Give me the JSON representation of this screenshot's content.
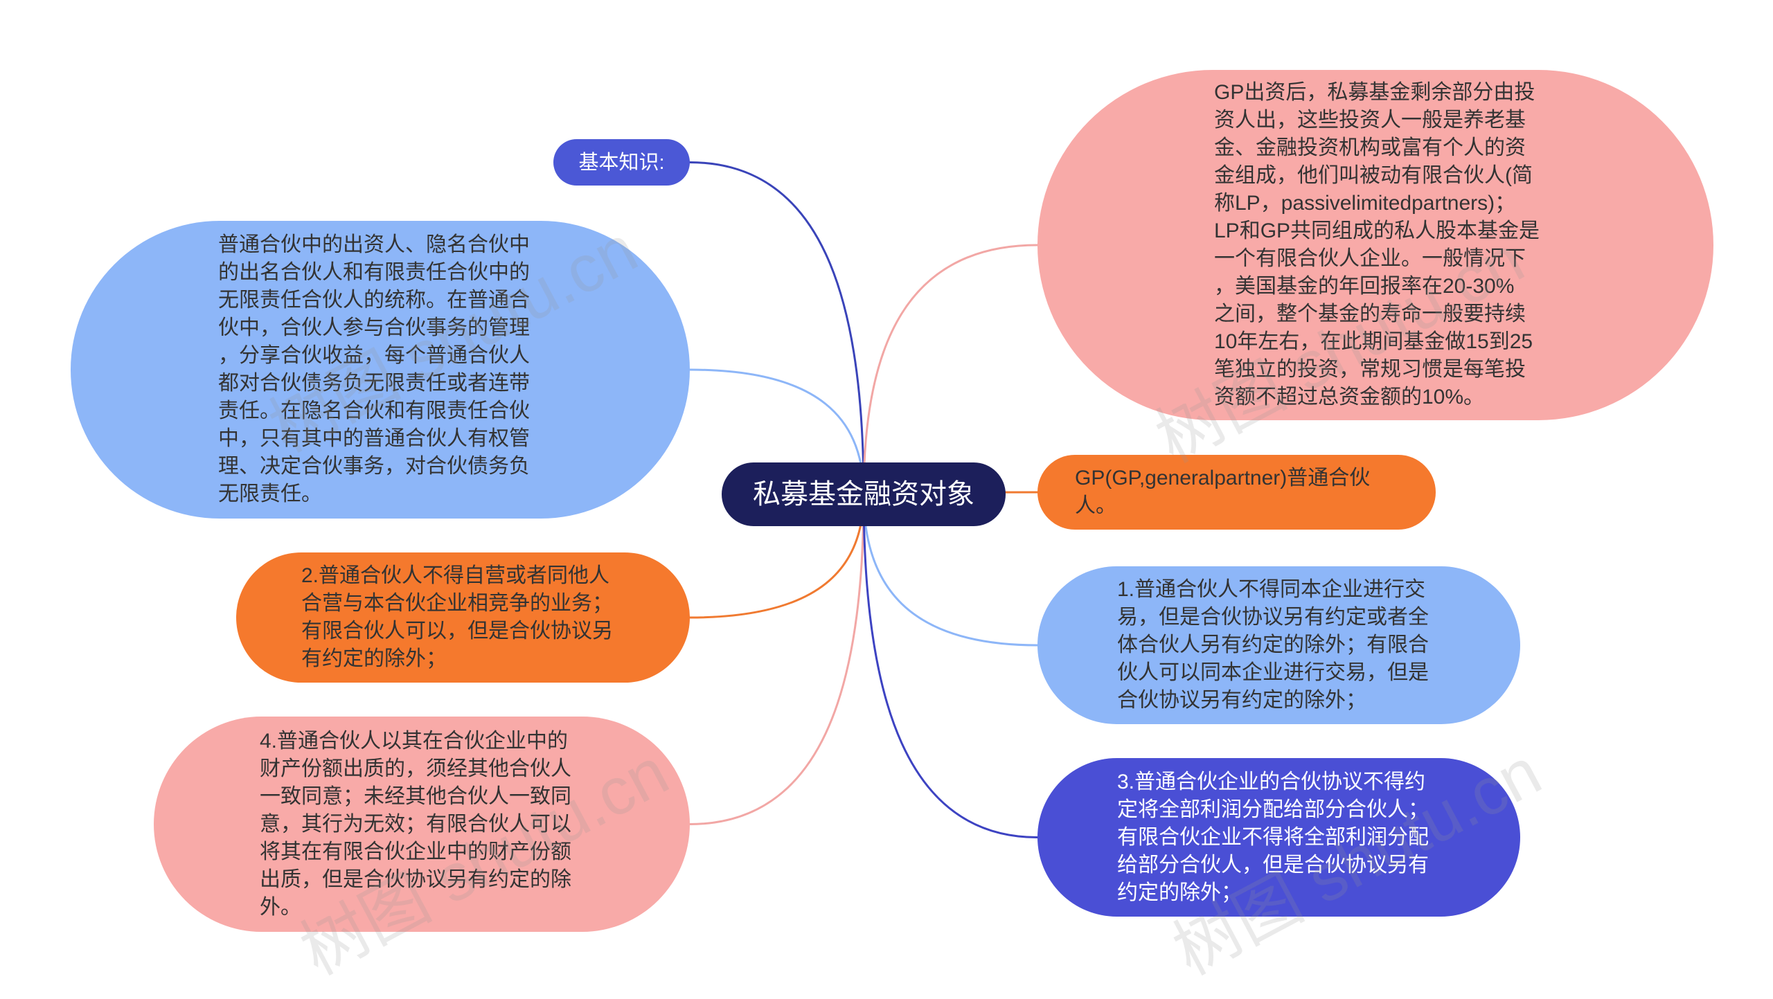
{
  "watermark": "树图 shutu.cn",
  "root": {
    "text": "私募基金融资对象",
    "fill": "#1c1f5b",
    "text_color": "#ffffff"
  },
  "left_branches": [
    {
      "text": "基本知识:",
      "fill": "#4b58d6",
      "text_color": "#ffffff",
      "stroke": "#3a44b9"
    },
    {
      "text": "普通合伙中的出资人、隐名合伙中\n的出名合伙人和有限责任合伙中的\n无限责任合伙人的统称。在普通合\n伙中，合伙人参与合伙事务的管理\n，分享合伙收益，每个普通合伙人\n都对合伙债务负无限责任或者连带\n责任。在隐名合伙和有限责任合伙\n中，只有其中的普通合伙人有权管\n理、决定合伙事务，对合伙债务负\n无限责任。",
      "fill": "#8db6f8",
      "text_color": "#333333",
      "stroke": "#8db6f8"
    },
    {
      "text": "2.普通合伙人不得自营或者同他人\n合营与本合伙企业相竞争的业务；\n有限合伙人可以，但是合伙协议另\n有约定的除外；",
      "fill": "#f5792d",
      "text_color": "#333333",
      "stroke": "#f07a31"
    },
    {
      "text": "4.普通合伙人以其在合伙企业中的\n财产份额出质的，须经其他合伙人\n一致同意；未经其他合伙人一致同\n意，其行为无效；有限合伙人可以\n将其在有限合伙企业中的财产份额\n出质，但是合伙协议另有约定的除\n外。",
      "fill": "#f8aaa8",
      "text_color": "#333333",
      "stroke": "#f2a7a5"
    }
  ],
  "right_branches": [
    {
      "text": "GP出资后，私募基金剩余部分由投\n资人出，这些投资人一般是养老基\n金、金融投资机构或富有个人的资\n金组成，他们叫被动有限合伙人(简\n称LP，passivelimitedpartners)；\nLP和GP共同组成的私人股本基金是\n一个有限合伙人企业。一般情况下\n，美国基金的年回报率在20-30%\n之间，整个基金的寿命一般要持续\n10年左右，在此期间基金做15到25\n笔独立的投资，常规习惯是每笔投\n资额不超过总资金额的10%。",
      "fill": "#f8aaa8",
      "text_color": "#333333",
      "stroke": "#f2a7a5"
    },
    {
      "text": "GP(GP,generalpartner)普通合伙\n人。",
      "fill": "#f5792d",
      "text_color": "#333333",
      "stroke": "#f07a31"
    },
    {
      "text": "1.普通合伙人不得同本企业进行交\n易，但是合伙协议另有约定或者全\n体合伙人另有约定的除外；有限合\n伙人可以同本企业进行交易，但是\n合伙协议另有约定的除外；",
      "fill": "#8db6f8",
      "text_color": "#333333",
      "stroke": "#8db6f8"
    },
    {
      "text": "3.普通合伙企业的合伙协议不得约\n定将全部利润分配给部分合伙人；\n有限合伙企业不得将全部利润分配\n给部分合伙人，但是合伙协议另有\n约定的除外；",
      "fill": "#4a4fd5",
      "text_color": "#ffffff",
      "stroke": "#3d43c2"
    }
  ]
}
